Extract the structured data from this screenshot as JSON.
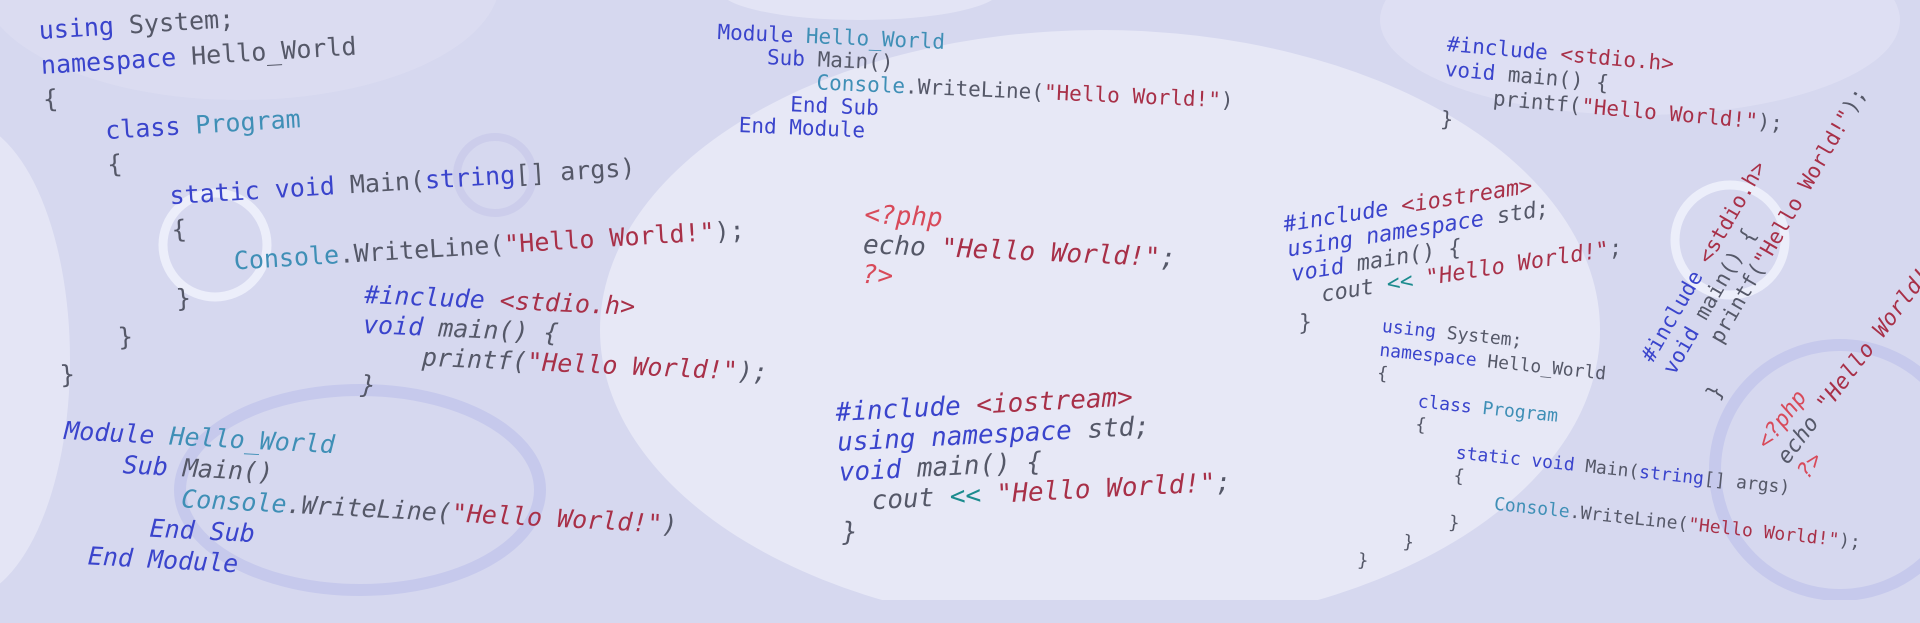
{
  "colors": {
    "background": "#d6d8ef",
    "bubble": "#e6e7f5",
    "ring": "#c3c6ea",
    "keyword": "#3a44cc",
    "class_name": "#3f8fb6",
    "plain": "#555868",
    "string": "#a83048",
    "php_tag": "#d84a5a",
    "operator": "#1b8b8e"
  },
  "snippets": [
    {
      "lines": [
        [
          [
            "kw",
            "using"
          ],
          [
            "plain",
            " System;"
          ]
        ],
        [
          [
            "kw",
            "namespace"
          ],
          [
            "plain",
            " Hello_World"
          ]
        ],
        [
          [
            "plain",
            "{"
          ]
        ],
        [
          [
            "plain",
            "    "
          ],
          [
            "kw",
            "class"
          ],
          [
            "cls",
            " Program"
          ]
        ],
        [
          [
            "plain",
            "    {"
          ]
        ],
        [
          [
            "plain",
            "        "
          ],
          [
            "kw",
            "static void"
          ],
          [
            "plain",
            " Main("
          ],
          [
            "kw",
            "string"
          ],
          [
            "plain",
            "[] args)"
          ]
        ],
        [
          [
            "plain",
            "        {"
          ]
        ],
        [
          [
            "plain",
            "            "
          ],
          [
            "cls",
            "Console"
          ],
          [
            "plain",
            ".WriteLine("
          ],
          [
            "str",
            "\"Hello World!\""
          ],
          [
            "plain",
            ");"
          ]
        ],
        [
          [
            "plain",
            "        }"
          ]
        ],
        [
          [
            "plain",
            "    }"
          ]
        ],
        [
          [
            "plain",
            "}"
          ]
        ]
      ]
    },
    {
      "lines": [
        [
          [
            "kw",
            "Module"
          ],
          [
            "cls",
            " Hello_World"
          ]
        ],
        [
          [
            "kw",
            "    Sub"
          ],
          [
            "plain",
            " Main()"
          ]
        ],
        [
          [
            "cls",
            "        Console"
          ],
          [
            "plain",
            ".WriteLine("
          ],
          [
            "str",
            "\"Hello World!\""
          ],
          [
            "plain",
            ")"
          ]
        ],
        [
          [
            "kw",
            "      End Sub"
          ]
        ],
        [
          [
            "kw",
            "  End Module"
          ]
        ]
      ]
    },
    {
      "lines": [
        [
          [
            "kw",
            "#include"
          ],
          [
            "str",
            " <stdio.h>"
          ]
        ],
        [
          [
            "kw",
            "void"
          ],
          [
            "plain",
            " main() {"
          ]
        ],
        [
          [
            "plain",
            "    printf("
          ],
          [
            "str",
            "\"Hello World!\""
          ],
          [
            "plain",
            ");"
          ]
        ],
        [
          [
            "plain",
            "}"
          ]
        ]
      ]
    },
    {
      "lines": [
        [
          [
            "php",
            "<?php"
          ]
        ],
        [
          [
            "plain",
            "echo "
          ],
          [
            "str",
            "\"Hello World!\""
          ],
          [
            "plain",
            ";"
          ]
        ],
        [
          [
            "php",
            "?>"
          ]
        ]
      ]
    },
    {
      "lines": [
        [
          [
            "kw",
            "#include"
          ],
          [
            "str",
            " <iostream>"
          ]
        ],
        [
          [
            "kw",
            "using namespace"
          ],
          [
            "plain",
            " std;"
          ]
        ],
        [
          [
            "kw",
            "void"
          ],
          [
            "plain",
            " main() {"
          ]
        ],
        [
          [
            "plain",
            "  cout "
          ],
          [
            "op",
            "<<"
          ],
          [
            "str",
            " \"Hello World!\""
          ],
          [
            "plain",
            ";"
          ]
        ],
        [
          [
            "plain",
            "}"
          ]
        ]
      ]
    }
  ]
}
